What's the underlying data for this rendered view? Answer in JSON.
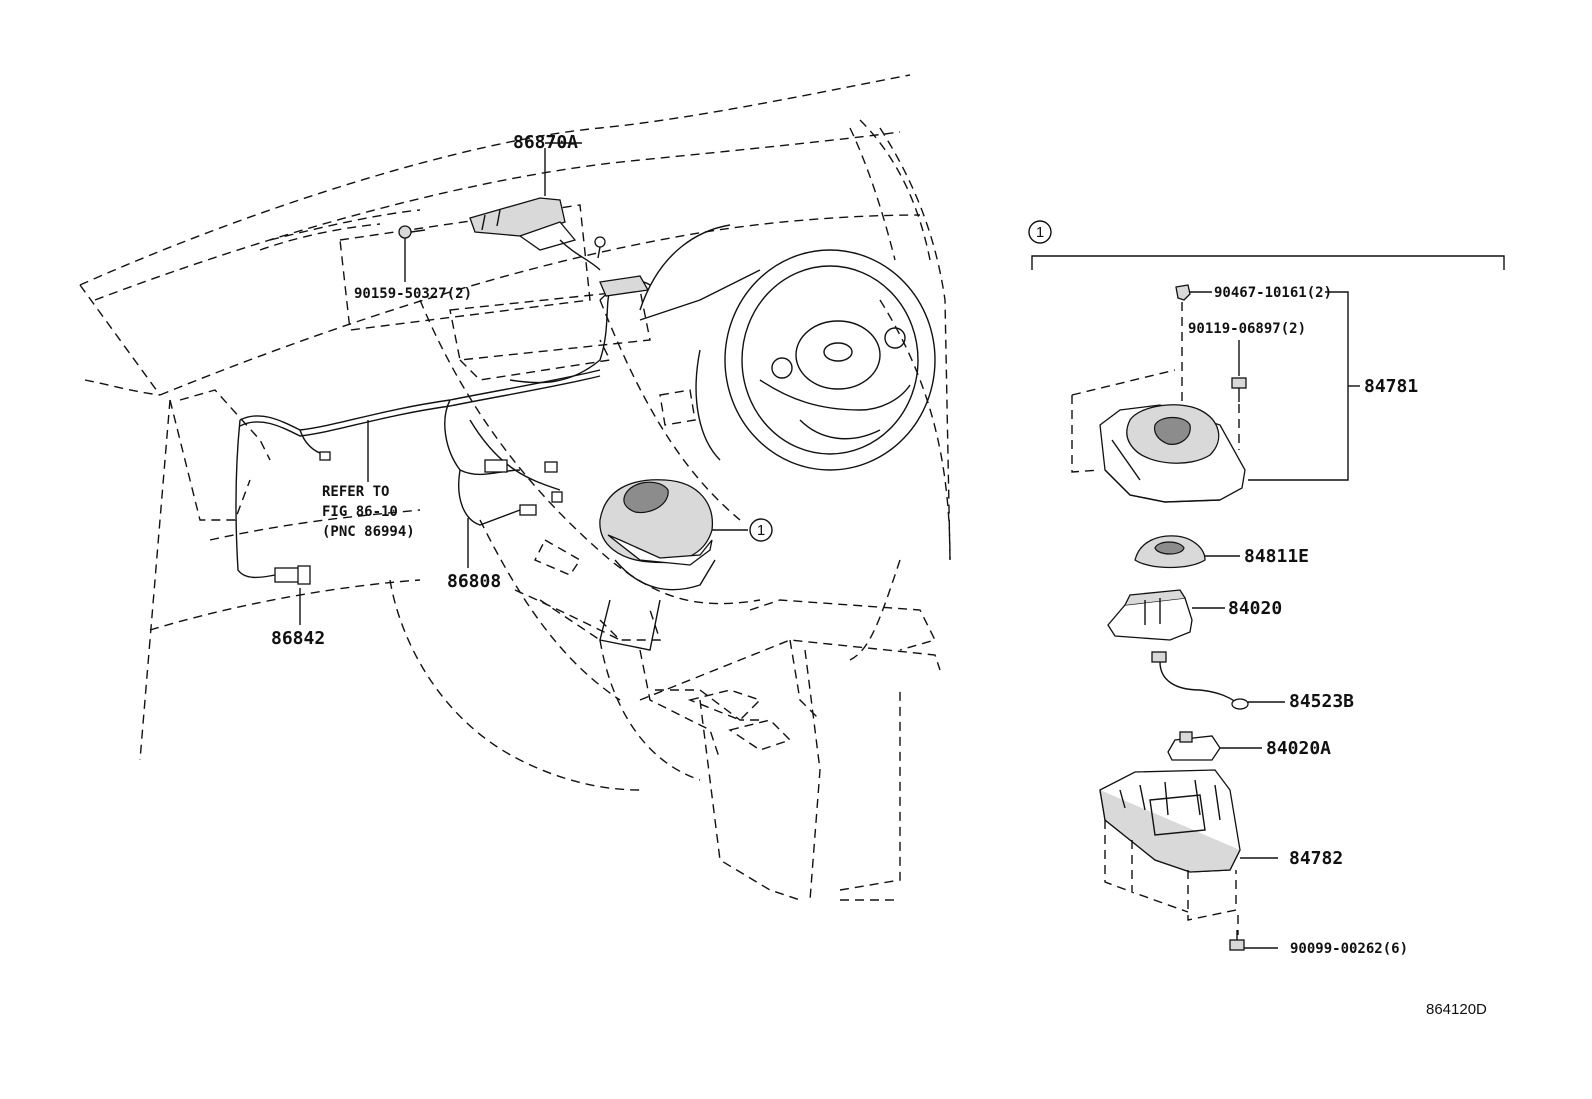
{
  "diagram": {
    "figure_code": "864120D",
    "callout_marker": "1",
    "group_marker": "1",
    "parts": {
      "p86870A": "86870A",
      "p90159": "90159-50327(2)",
      "refer_line1": "REFER TO",
      "refer_line2": "FIG 86-10",
      "refer_line3": "(PNC 86994)",
      "p86808": "86808",
      "p86842": "86842",
      "p90467": "90467-10161(2)",
      "p90119": "90119-06897(2)",
      "p84781": "84781",
      "p84811E": "84811E",
      "p84020": "84020",
      "p84523B": "84523B",
      "p84020A": "84020A",
      "p84782": "84782",
      "p90099": "90099-00262(6)"
    }
  }
}
